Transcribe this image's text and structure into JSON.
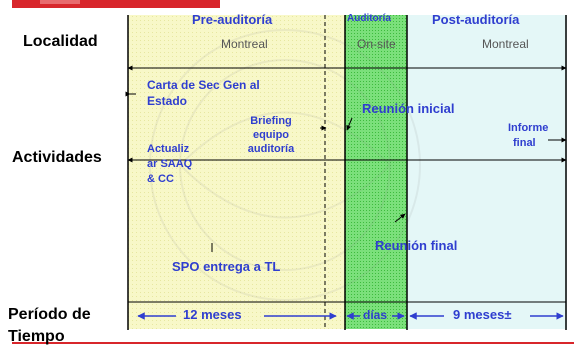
{
  "colors": {
    "pre_zone": "#f7f7c3",
    "pre_zone_dark": "#eceea8",
    "onsite_zone": "#6fd86f",
    "post_zone": "#dff6f6",
    "header_bar": "#d8262b",
    "arrow_blue": "#2f3ecf",
    "text_blue": "#2f3ecf"
  },
  "row_labels": {
    "location": "Localidad",
    "activities": "Actividades",
    "period": "Período de",
    "period_2": "Tiempo"
  },
  "phases": {
    "pre": {
      "title": "Pre-auditoría",
      "location": "Montreal",
      "duration": "12 meses"
    },
    "onsite": {
      "title": "Auditoría",
      "location": "On-site",
      "duration": "días"
    },
    "post": {
      "title": "Post-auditoría",
      "location": "Montreal",
      "duration": "9 meses±"
    }
  },
  "activities": {
    "letter": [
      "Carta de Sec Gen al",
      "Estado"
    ],
    "briefing": [
      "Briefing",
      "equipo",
      "auditoría"
    ],
    "update": [
      "Actualiz",
      "ar SAAQ",
      "& CC"
    ],
    "opening": "Reunión inicial",
    "final_report": [
      "Informe",
      "final"
    ],
    "closing": "Reunión final",
    "spo": "SPO entrega a TL"
  }
}
